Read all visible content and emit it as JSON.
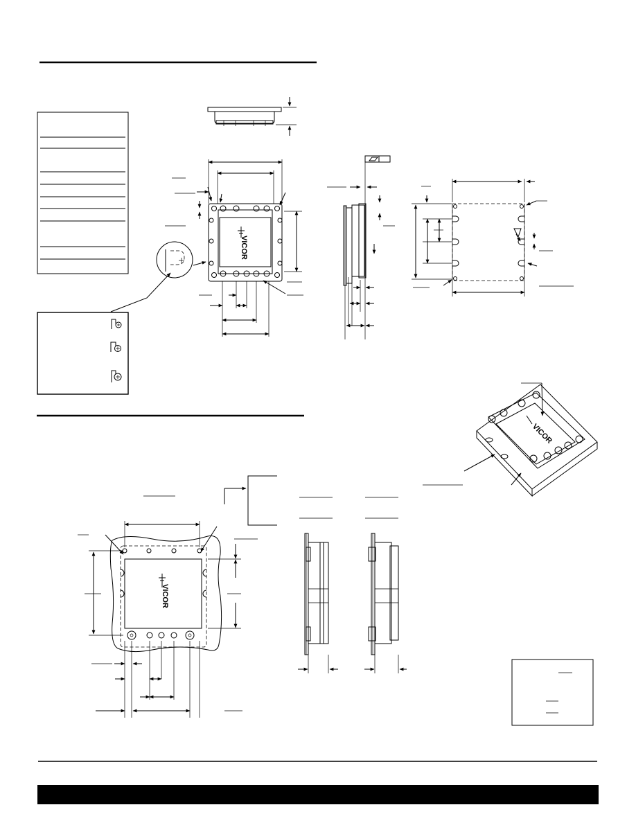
{
  "footer_bar": {
    "color": "#000000"
  },
  "logos": {
    "module_brand": "VICOR"
  },
  "icons": {
    "arrowheads": "dimension-arrow-icon",
    "mounting_slot": "mounting-slot-icon",
    "flatness_symbol": "flatness-symbol-icon",
    "section_arrow": "section-arrow-icon"
  },
  "drawings": {
    "module_top_view": "pin-layout-top-view",
    "module_side_view": "module-side-view",
    "pcb_mounting_pattern": "pcb-hole-pattern",
    "isometric_view": "module-isometric-view",
    "inboard_pcb_mounting": "inboard-mounting-view",
    "section_views": "thru-hole-section-views",
    "slot_variants": "mounting-slot-variants"
  }
}
